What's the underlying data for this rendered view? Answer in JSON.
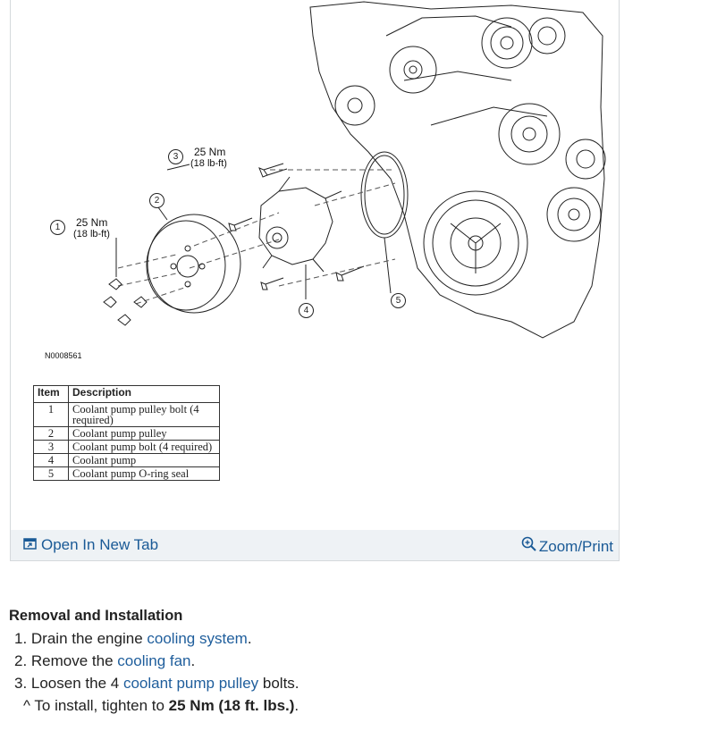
{
  "figure": {
    "callouts": {
      "c1": "1",
      "c2": "2",
      "c3": "3",
      "c4": "4",
      "c5": "5"
    },
    "torque1_line1": "25 Nm",
    "torque1_line2": "(18 lb-ft)",
    "torque3_line1": "25 Nm",
    "torque3_line2": "(18 lb-ft)",
    "figure_id": "N0008561",
    "legend": {
      "headers": [
        "Item",
        "Description"
      ],
      "rows": [
        {
          "item": "1",
          "description": "Coolant pump pulley bolt (4 required)"
        },
        {
          "item": "2",
          "description": "Coolant pump pulley"
        },
        {
          "item": "3",
          "description": "Coolant pump bolt (4 required)"
        },
        {
          "item": "4",
          "description": "Coolant pump"
        },
        {
          "item": "5",
          "description": "Coolant pump O-ring seal"
        }
      ]
    },
    "actions": {
      "open_tab": "Open In New Tab",
      "zoom_print": "Zoom/Print"
    }
  },
  "procedure": {
    "title": "Removal and Installation",
    "step1_prefix": "1. Drain the engine ",
    "step1_link": "cooling system",
    "step1_suffix": ".",
    "step2_prefix": "2. Remove the ",
    "step2_link": "cooling fan",
    "step2_suffix": ".",
    "step3_prefix": "3. Loosen the 4 ",
    "step3_link": "coolant pump pulley",
    "step3_suffix": " bolts.",
    "sub_marker": "^",
    "sub_prefix": " To install, tighten to ",
    "sub_bold": "25 Nm (18 ft. lbs.)",
    "sub_suffix": "."
  },
  "colors": {
    "link": "#1f5e9c",
    "bar": "#eef2f5"
  }
}
